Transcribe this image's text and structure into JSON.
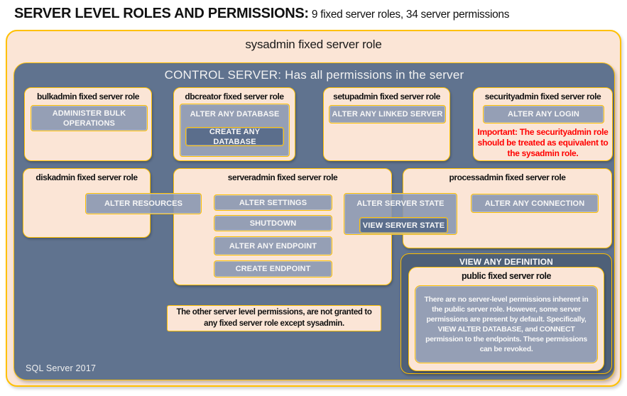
{
  "colors": {
    "peach": "#FBE5D6",
    "gold": "#FFC000",
    "slate": "#60738F",
    "slate-dark": "#4E6078",
    "box-light": "#8695B0",
    "box-mid": "#5B6E8C",
    "red": "#FF0000"
  },
  "title": {
    "main": "SERVER LEVEL ROLES AND PERMISSIONS:",
    "sub": "9 fixed server roles, 34 server permissions"
  },
  "sysadmin": {
    "label": "sysadmin fixed server role"
  },
  "control": {
    "label": "CONTROL SERVER: Has all permissions in the server"
  },
  "bulkadmin": {
    "label": "bulkadmin fixed server role",
    "perm": "ADMINISTER BULK OPERATIONS"
  },
  "dbcreator": {
    "label": "dbcreator fixed server role",
    "outer_perm": "ALTER ANY DATABASE",
    "inner_perm": "CREATE ANY DATABASE"
  },
  "setupadmin": {
    "label": "setupadmin fixed server role",
    "perm": "ALTER ANY LINKED SERVER"
  },
  "securityadmin": {
    "label": "securityadmin fixed server role",
    "perm": "ALTER ANY LOGIN",
    "warning": "Important: The securityadmin role should be treated as equivalent to the sysadmin role."
  },
  "diskadmin": {
    "label": "diskadmin fixed server role",
    "perm": "ALTER RESOURCES"
  },
  "serveradmin": {
    "label": "serveradmin fixed server role",
    "perms": [
      "ALTER SETTINGS",
      "SHUTDOWN",
      "ALTER ANY ENDPOINT",
      "CREATE ENDPOINT"
    ]
  },
  "server_state": {
    "outer_perm": "ALTER SERVER STATE",
    "inner_perm": "VIEW SERVER STATE"
  },
  "processadmin": {
    "label": "processadmin fixed server role",
    "perm": "ALTER ANY CONNECTION"
  },
  "view_any_definition": {
    "label": "VIEW ANY DEFINITION"
  },
  "public_role": {
    "label": "public fixed server role",
    "note": "There are no server-level permissions inherent in the public server role. However, some server permissions are present by default. Specifically, VIEW ALTER DATABASE, and CONNECT permission to the endpoints. These permissions can be revoked."
  },
  "other_note": "The other server level permissions, are not granted to any fixed server role except sysadmin.",
  "footer": "SQL Server 2017"
}
